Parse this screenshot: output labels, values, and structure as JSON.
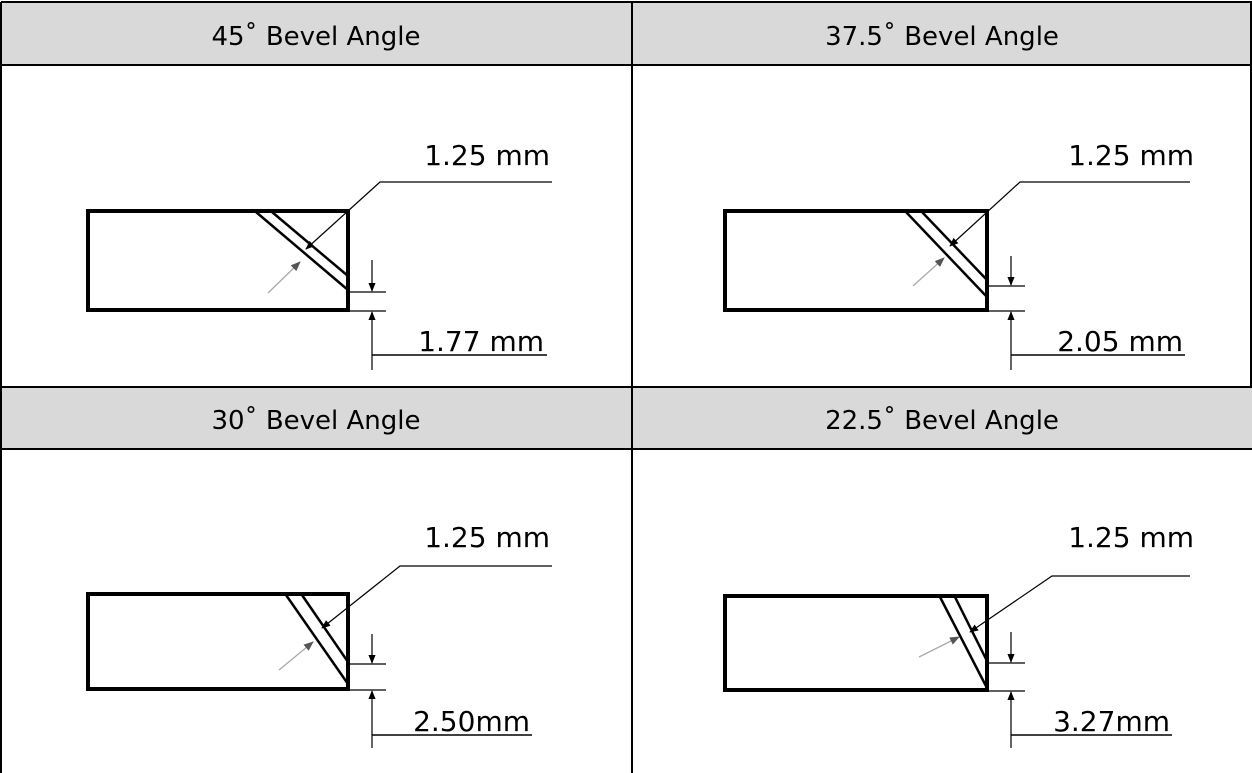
{
  "panels": [
    {
      "title": "45˚ Bevel Angle",
      "thickness_label": "1.25 mm",
      "offset_label": "1.77 mm",
      "bevel_angle_deg": 45
    },
    {
      "title": "37.5˚ Bevel Angle",
      "thickness_label": "1.25 mm",
      "offset_label": "2.05 mm",
      "bevel_angle_deg": 37.5
    },
    {
      "title": "30˚ Bevel Angle",
      "thickness_label": "1.25 mm",
      "offset_label": "2.50mm",
      "bevel_angle_deg": 30
    },
    {
      "title": "22.5˚ Bevel Angle",
      "thickness_label": "1.25 mm",
      "offset_label": "3.27mm",
      "bevel_angle_deg": 22.5
    }
  ],
  "colors": {
    "header_bg": "#d9d9d9",
    "line": "#000000",
    "arrow_gray": "#8c8c8c",
    "background": "#ffffff"
  }
}
